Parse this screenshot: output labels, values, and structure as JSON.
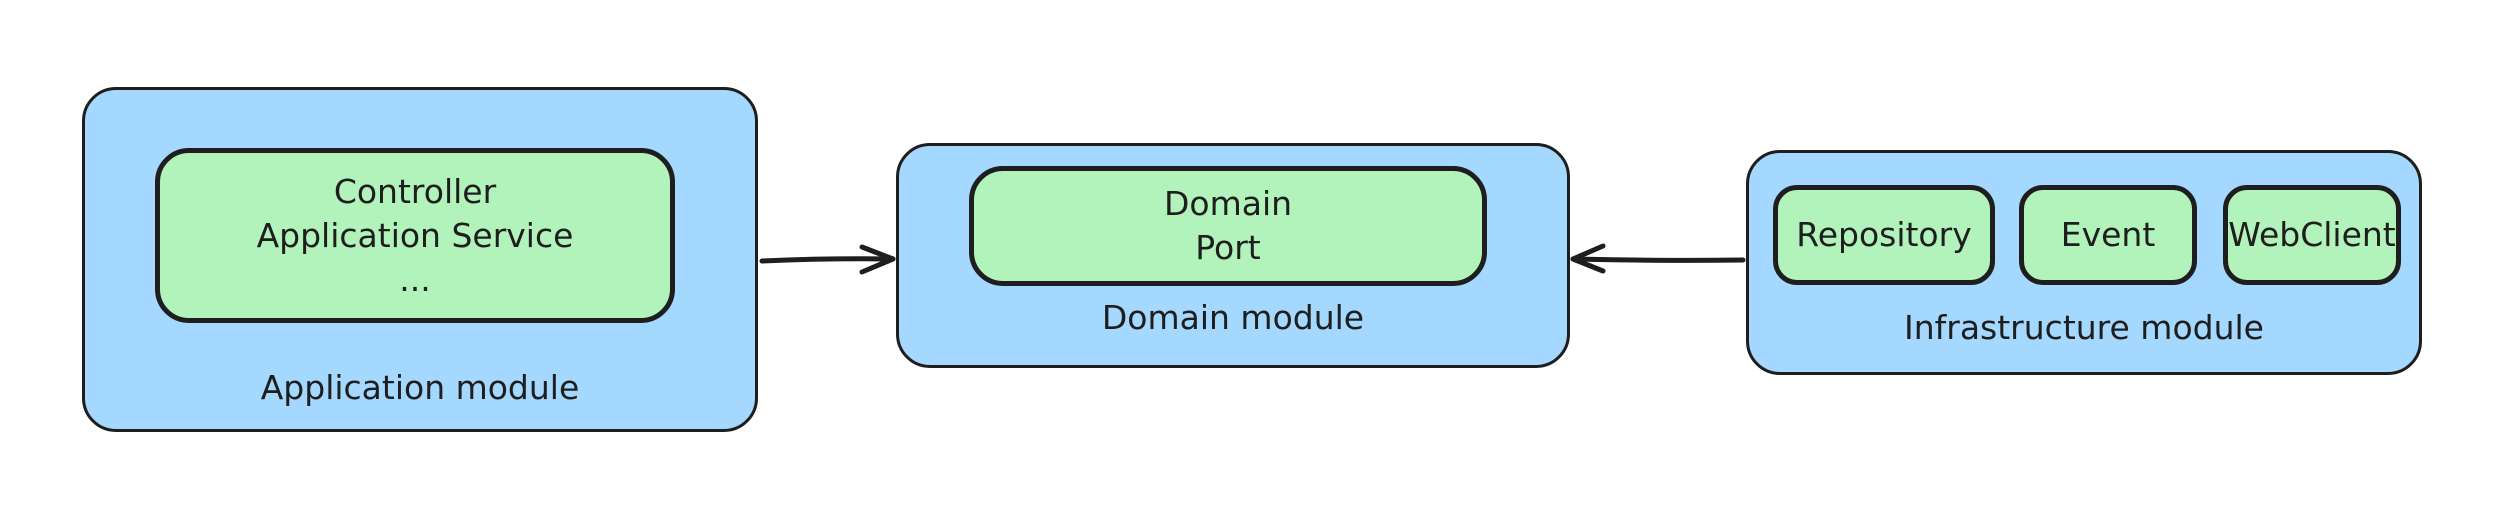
{
  "application_module": {
    "label": "Application module",
    "inner_lines": [
      "Controller",
      "Application Service",
      "..."
    ]
  },
  "domain_module": {
    "label": "Domain module",
    "inner_lines": [
      "Domain",
      "Port"
    ]
  },
  "infrastructure_module": {
    "label": "Infrastructure module",
    "components": [
      "Repository",
      "Event",
      "WebClient"
    ]
  },
  "colors": {
    "module_fill": "#a5d8ff",
    "component_fill": "#b2f2bb",
    "stroke": "#1e1e1e"
  }
}
